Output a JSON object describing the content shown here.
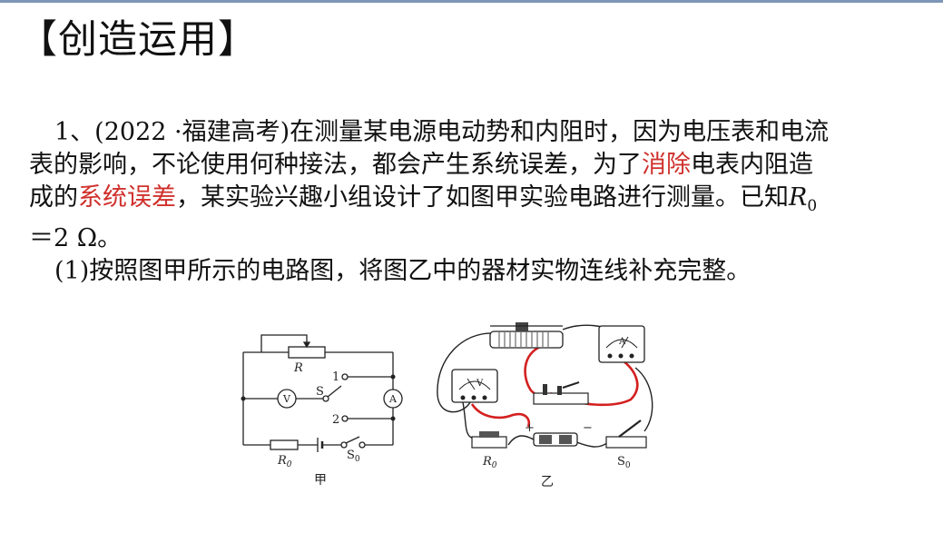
{
  "page": {
    "heading": "【创造运用】"
  },
  "question": {
    "line1_a": "1、(2022 ·福建高考)在测量某电源电动势和内阻时，因为电压表和电流",
    "line2_a": "表的影响，不论使用何种接法，都会产生系统误差，为了",
    "line2_red": "消除",
    "line2_b": "电表内阻造",
    "line3_a": "成的",
    "line3_red": "系统误差",
    "line3_b": "，某实验兴趣小组设计了如图甲实验电路进行测量。已知",
    "r0_symbol": "R",
    "r0_sub": "0",
    "line4": "＝2 Ω。",
    "sub1": "(1)按照图甲所示的电路图，将图乙中的器材实物连线补充完整。"
  },
  "figure_jia": {
    "caption": "甲",
    "label_R": "R",
    "label_1": "1",
    "label_2": "2",
    "label_S": "S",
    "label_V": "V",
    "label_A": "A",
    "label_R0_main": "R",
    "label_R0_sub": "0",
    "label_S0_main": "S",
    "label_S0_sub": "0"
  },
  "figure_yi": {
    "caption": "乙",
    "label_V": "V",
    "label_A": "A",
    "label_plus": "+",
    "label_minus": "−",
    "label_R0_main": "R",
    "label_R0_sub": "0",
    "label_S0_main": "S",
    "label_S0_sub": "0"
  },
  "colors": {
    "highlight": "#d0312d",
    "wire_added": "#d42020",
    "top_rule": "#7d95b6"
  }
}
